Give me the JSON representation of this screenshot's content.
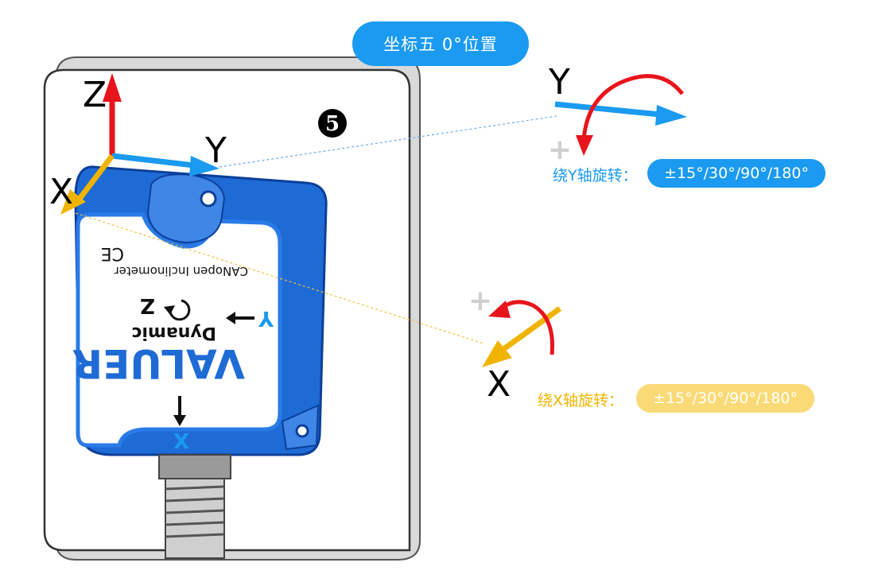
{
  "title": "坐标五  0°位置",
  "badge_number": "5",
  "axes": {
    "z": "Z",
    "y": "Y",
    "x": "X"
  },
  "rotations": {
    "y": {
      "label": "绕Y轴旋转：",
      "range": "±15°/30°/90°/180°",
      "sign": "+"
    },
    "x": {
      "label": "绕X轴旋转：",
      "range": "±15°/30°/90°/180°",
      "sign": "+"
    }
  },
  "device": {
    "brand": "VALUER",
    "sub_brand": "Dynamic",
    "model_text": "CANopen Inclinometer",
    "cert_mark": "CE",
    "face_axes": {
      "z": "Z",
      "y": "Y",
      "x": "X"
    }
  },
  "colors": {
    "blue": "#1a9af0",
    "yellow": "#f0b400",
    "red": "#e8141c",
    "green": "#e8141c"
  }
}
